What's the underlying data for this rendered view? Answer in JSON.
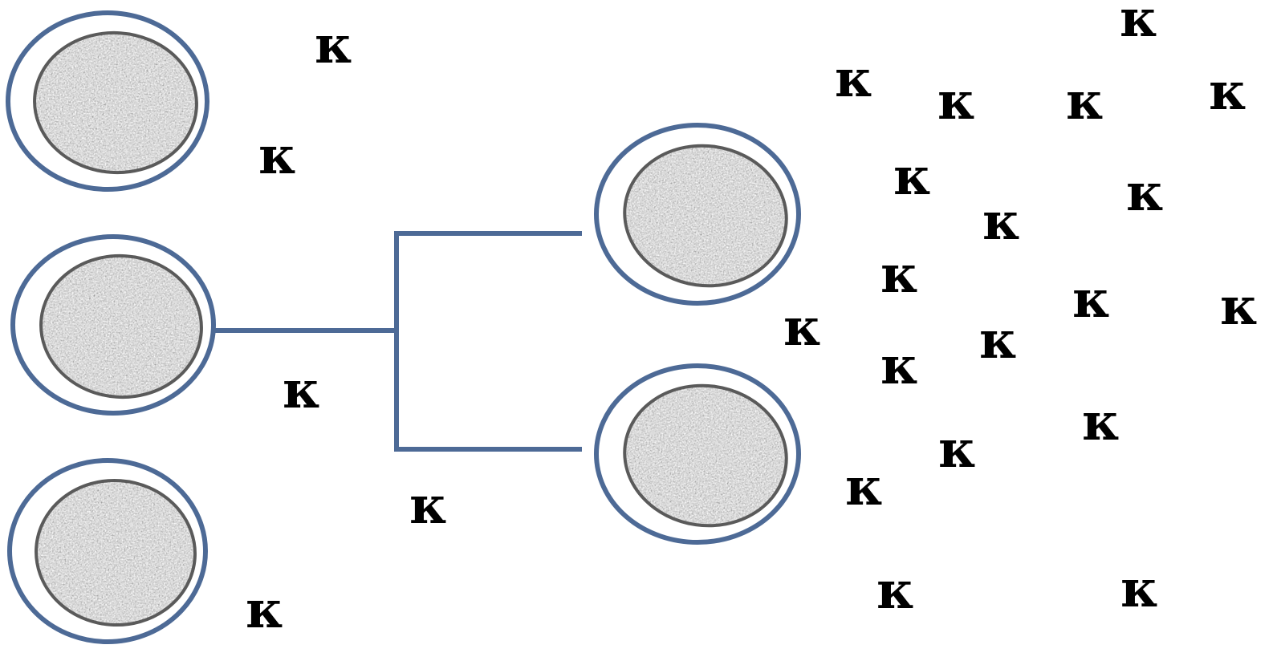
{
  "diagram": {
    "cell_symbol": "κ",
    "colors": {
      "cell_outer_ring": "#4d6a96",
      "cell_nucleus_border": "#5a5a5a",
      "cell_nucleus_fill": "#a9a9a9",
      "connector_line": "#4d6a96",
      "symbol": "#000000"
    },
    "cells": [
      {
        "id": "left-top"
      },
      {
        "id": "left-middle"
      },
      {
        "id": "left-bottom"
      },
      {
        "id": "right-top"
      },
      {
        "id": "right-bottom"
      }
    ]
  }
}
